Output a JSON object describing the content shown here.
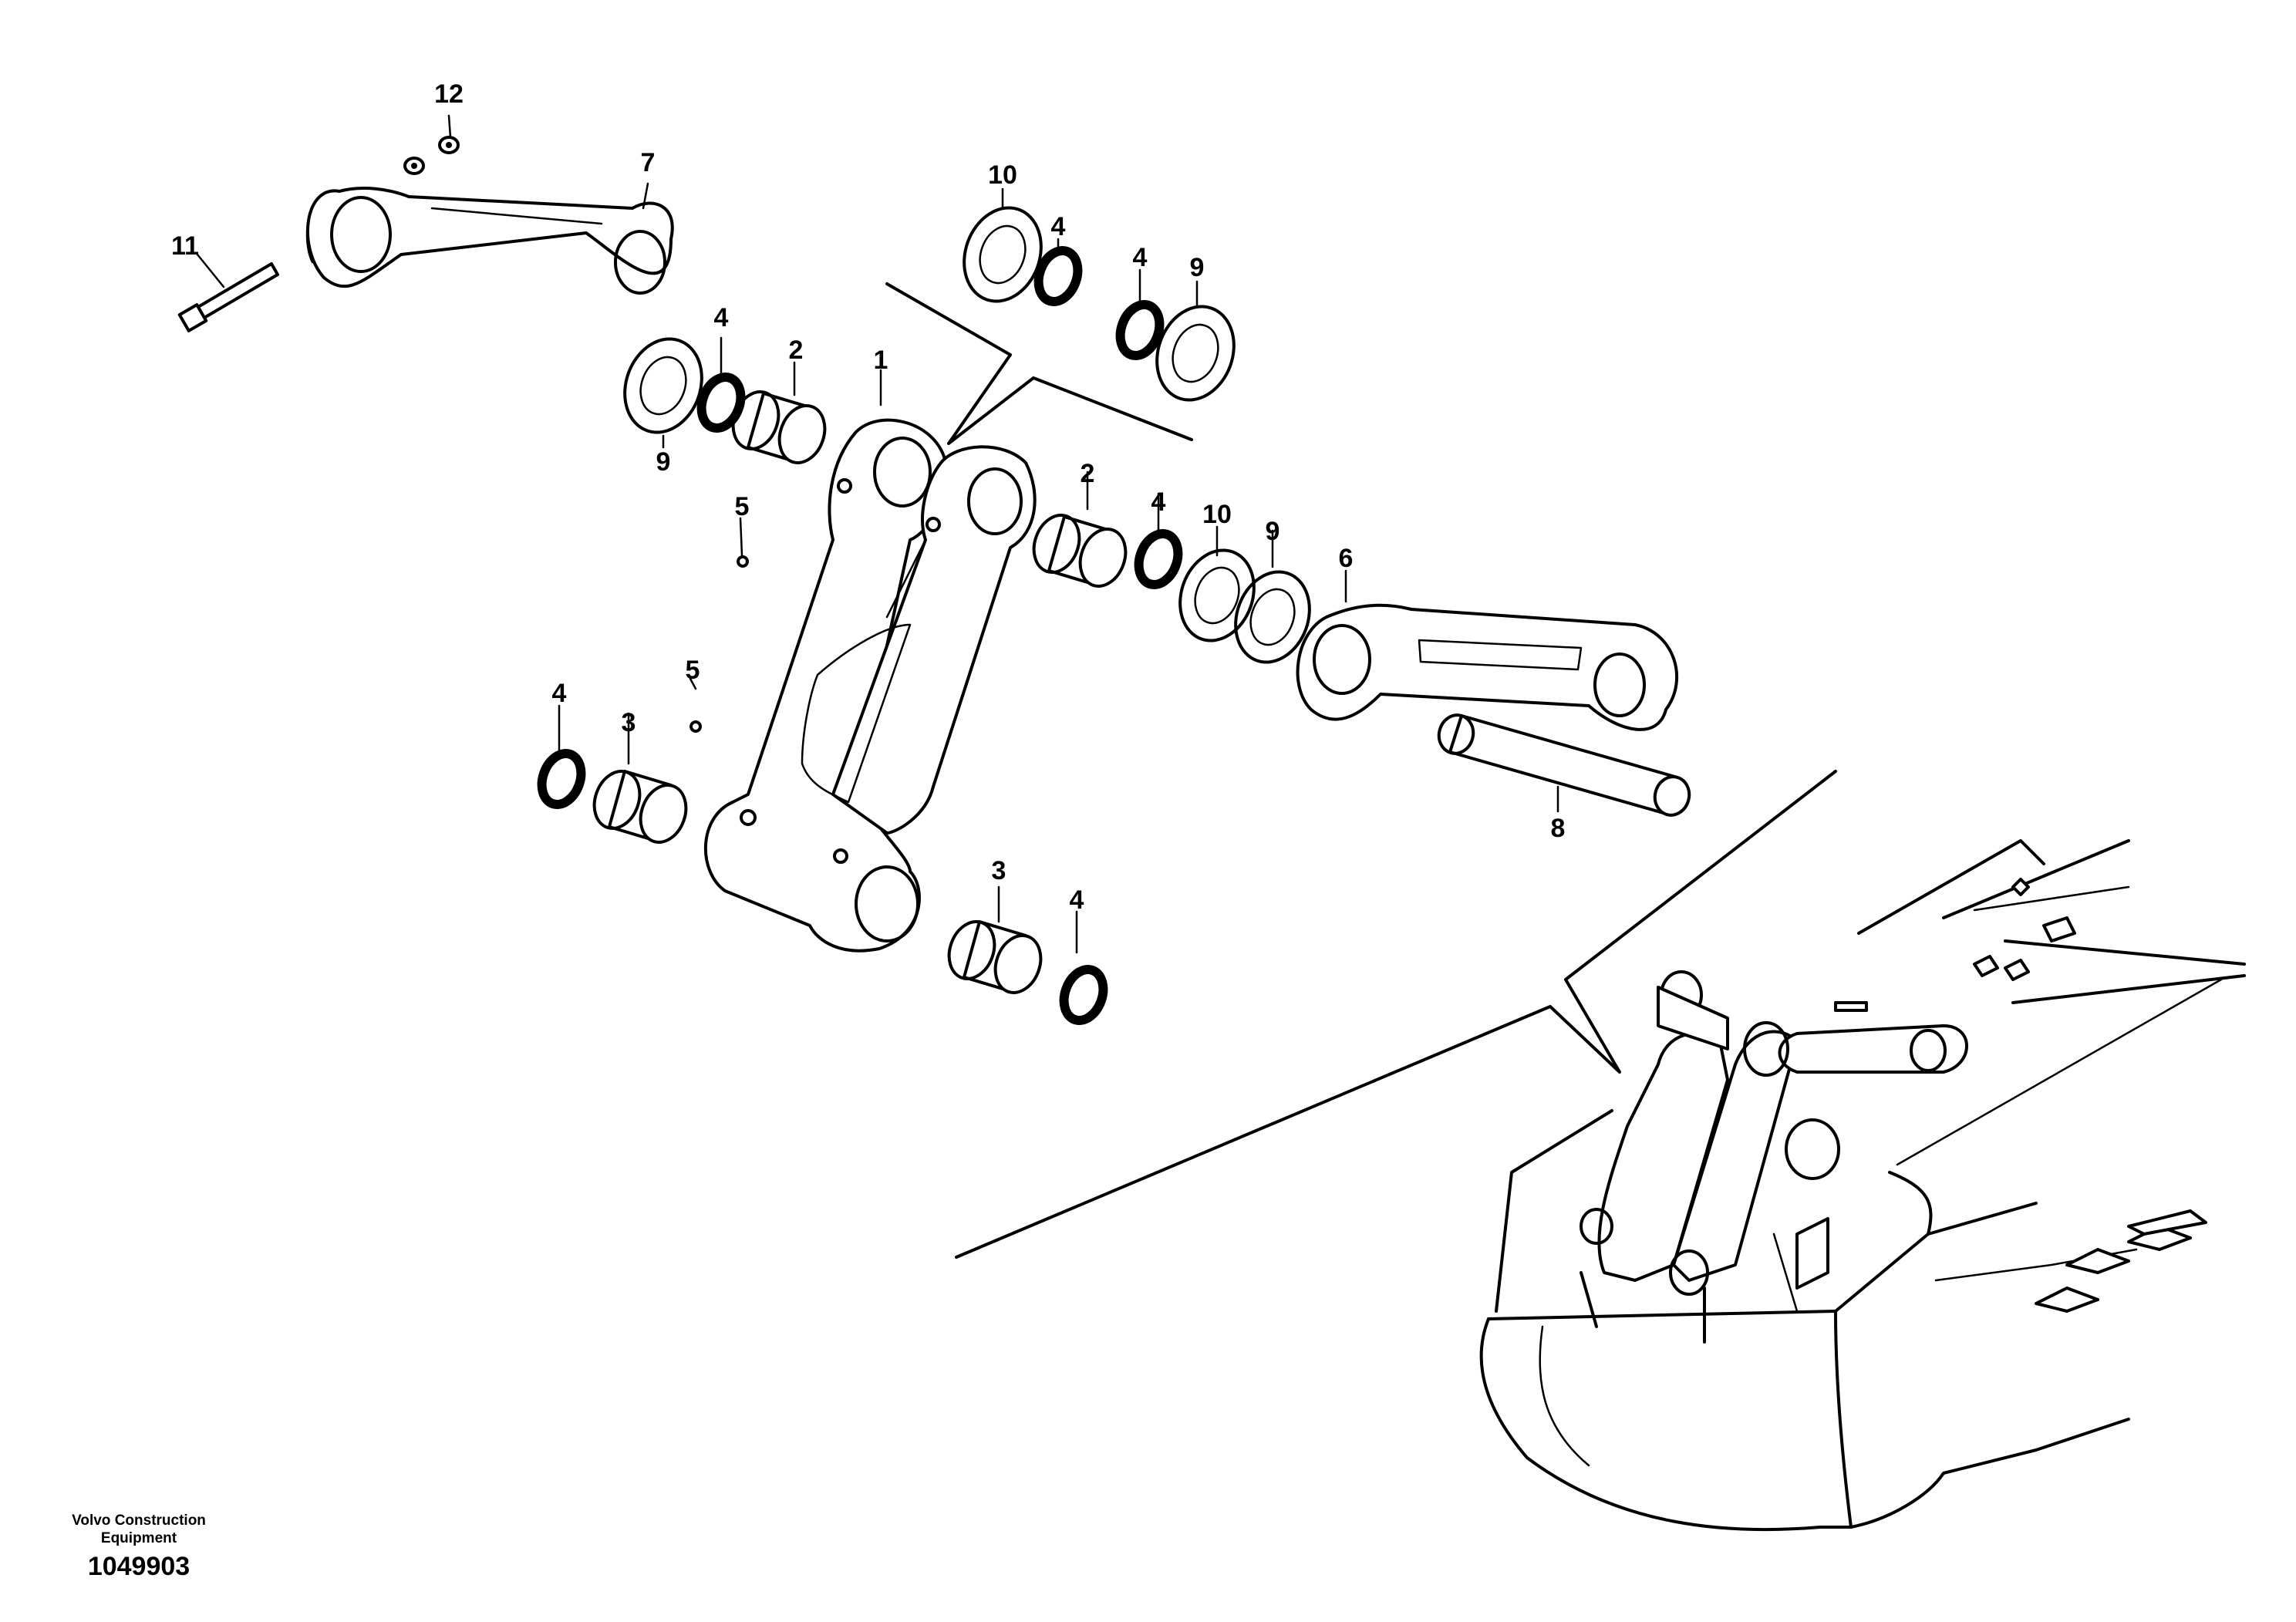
{
  "diagram": {
    "callouts": {
      "c1": "1",
      "c2a": "2",
      "c2b": "2",
      "c3a": "3",
      "c3b": "3",
      "c4a": "4",
      "c4b": "4",
      "c4c": "4",
      "c4d": "4",
      "c4e": "4",
      "c4f": "4",
      "c5a": "5",
      "c5b": "5",
      "c6": "6",
      "c7": "7",
      "c8": "8",
      "c9a": "9",
      "c9b": "9",
      "c9c": "9",
      "c10a": "10",
      "c10b": "10",
      "c11": "11",
      "c12": "12"
    }
  },
  "footer": {
    "brand_line1": "Volvo Construction",
    "brand_line2": "Equipment",
    "code": "1049903"
  }
}
